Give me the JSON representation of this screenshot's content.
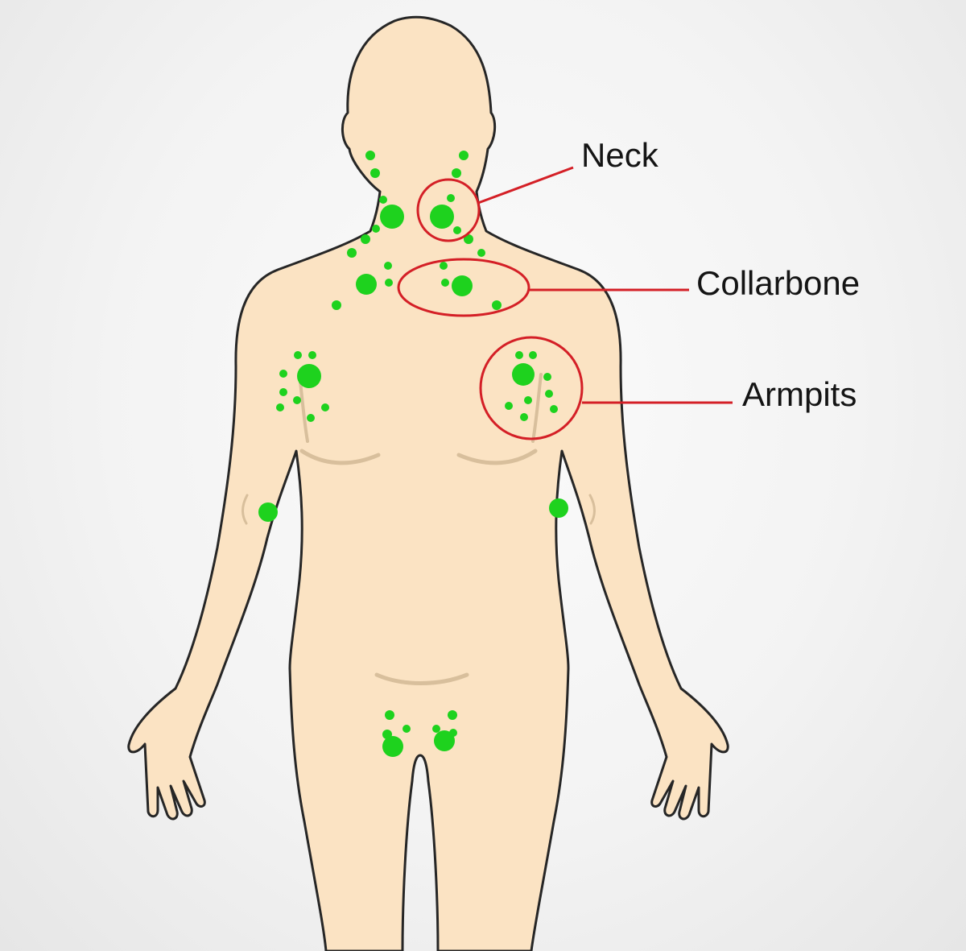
{
  "labels": {
    "neck": "Neck",
    "collarbone": "Collarbone",
    "armpits": "Armpits"
  },
  "colors": {
    "background": "#f2f2f2",
    "skin": "#fbe3c3",
    "outline": "#262626",
    "crease": "#d8bf9c",
    "lymph_node": "#1ed21e",
    "highlight": "#d41f26",
    "label_text": "#141414"
  }
}
